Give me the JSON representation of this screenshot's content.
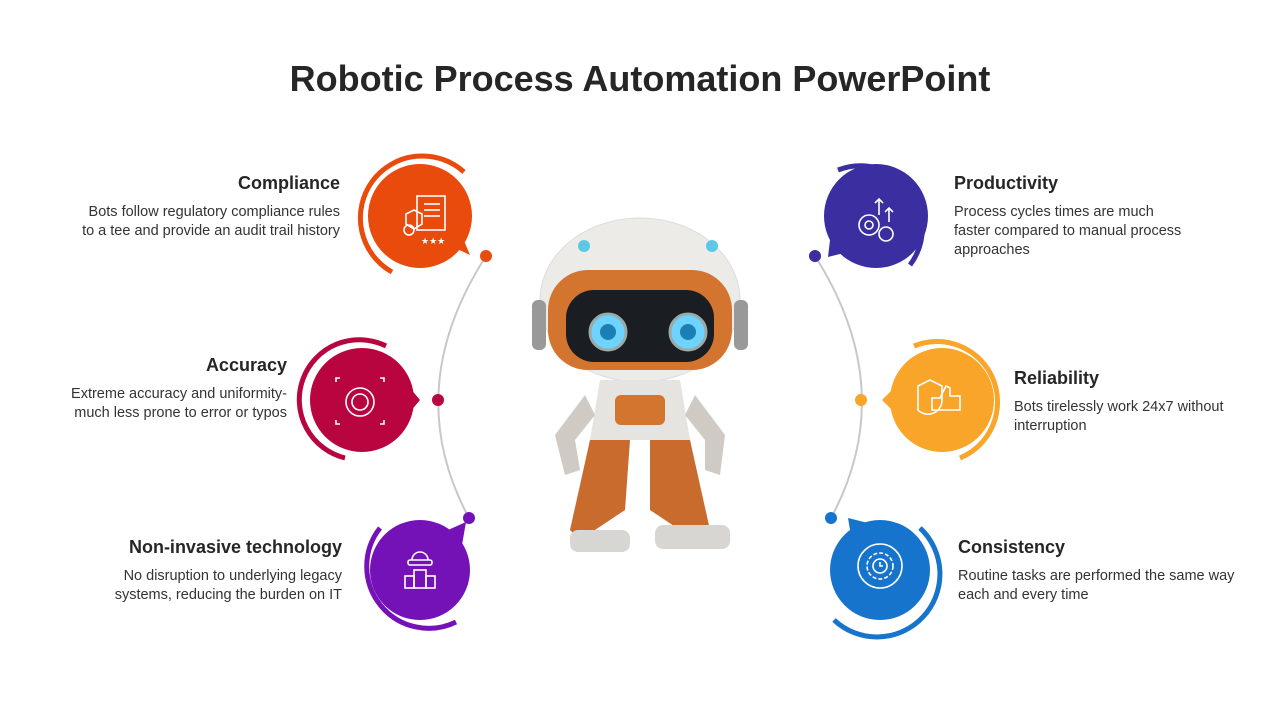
{
  "title": "Robotic Process Automation PowerPoint",
  "items": [
    {
      "id": "compliance",
      "heading": "Compliance",
      "text": "Bots follow regulatory compliance rules to a tee and provide an audit trail history",
      "color": "#E84B0C",
      "icon": "certificate-icon"
    },
    {
      "id": "accuracy",
      "heading": "Accuracy",
      "text": "Extreme accuracy and uniformity- much less prone to error or typos",
      "color": "#B8053F",
      "icon": "target-face-icon"
    },
    {
      "id": "non-invasive",
      "heading": "Non-invasive technology",
      "text": "No disruption to underlying legacy systems, reducing the burden on IT",
      "color": "#7412B8",
      "icon": "robot-building-icon"
    },
    {
      "id": "productivity",
      "heading": "Productivity",
      "text": "Process cycles times are much faster compared to manual process approaches",
      "color": "#3A2EA0",
      "icon": "gear-arrows-clock-icon"
    },
    {
      "id": "reliability",
      "heading": "Reliability",
      "text": "Bots tirelessly work 24x7 without interruption",
      "color": "#F8A52A",
      "icon": "shield-thumbs-up-icon"
    },
    {
      "id": "consistency",
      "heading": "Consistency",
      "text": "Routine tasks are performed the same way each and every time",
      "color": "#1774CC",
      "icon": "gear-clock-cycle-icon"
    }
  ]
}
